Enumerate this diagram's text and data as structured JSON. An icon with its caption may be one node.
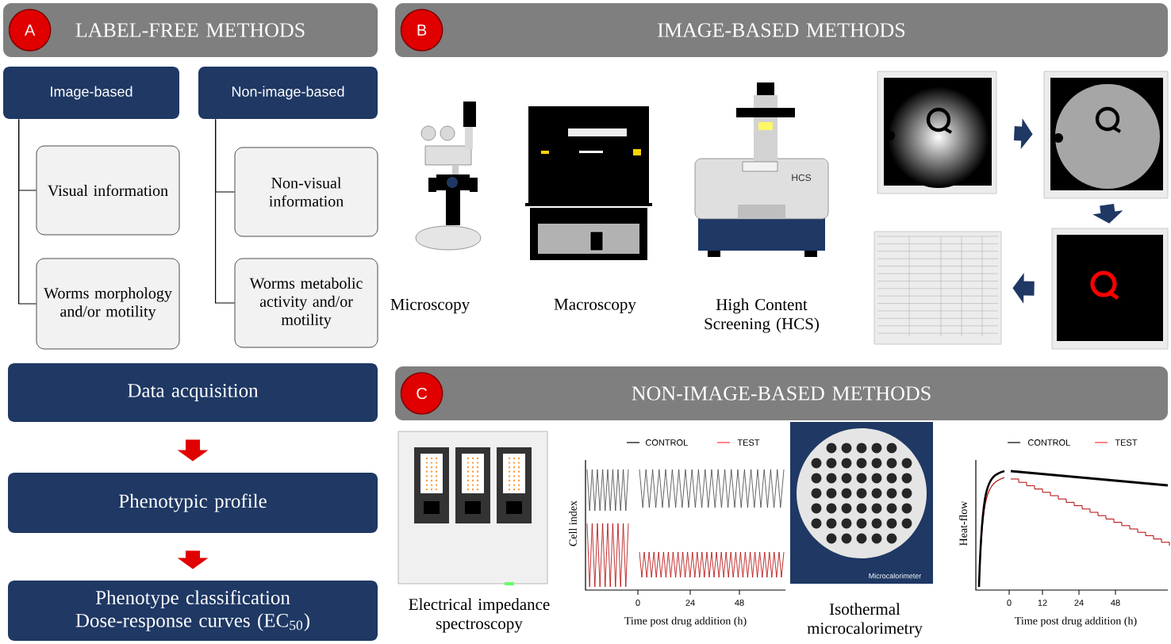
{
  "diagram": {
    "nodes": [
      {
        "text": [
          "LABEL-FREE METHODS"
        ]
      },
      {
        "text": [
          "A"
        ],
        "in": 0
      },
      {
        "text": [
          "Image-based"
        ]
      },
      {
        "text": [
          "Non-image-based"
        ]
      },
      {
        "text": [
          "Visual information"
        ]
      },
      {
        "text": [
          "Worms morphology and/or motility"
        ]
      },
      {
        "text": [
          "Non-visual information"
        ]
      },
      {
        "text": [
          "Worms metabolic activity and/or motility"
        ]
      },
      {
        "text": [
          "Data acquisition"
        ]
      },
      {
        "text": [
          "Phenotypic profile"
        ]
      },
      {
        "text": [
          "Phenotype classification",
          "Dose-response curves (EC$_{50}$)"
        ]
      },
      {
        "text": [
          "IMAGE-BASED METHODS"
        ]
      },
      {
        "text": [
          "B"
        ],
        "in": 11
      },
      {
        "text": [
          "NON-IMAGE-BASED METHODS"
        ]
      },
      {
        "text": [
          "C"
        ],
        "in": 13
      },
      {
        "text": [],
        "shape": "picture"
      },
      {
        "text": [],
        "shape": "picture"
      },
      {
        "text": [],
        "shape": "picture"
      },
      {
        "text": [],
        "shape": "picture"
      }
    ],
    "edges": [
      {
        "from": 2,
        "to": 4,
        "arrow": "none"
      },
      {
        "from": 2,
        "to": 5,
        "arrow": "none"
      },
      {
        "from": 3,
        "to": 6,
        "arrow": "none"
      },
      {
        "from": 3,
        "to": 7,
        "arrow": "none"
      },
      {
        "from": 8,
        "to": 9,
        "arrow": "to",
        "color": "#e00000"
      },
      {
        "from": 9,
        "to": 10,
        "arrow": "to",
        "color": "#e00000"
      },
      {
        "from": 15,
        "to": 16,
        "arrow": "to",
        "color": "#1f3864"
      },
      {
        "from": 16,
        "to": 17,
        "arrow": "to",
        "color": "#1f3864"
      },
      {
        "from": 17,
        "to": 18,
        "arrow": "to",
        "color": "#1f3864"
      }
    ],
    "labels": [
      "Microscopy",
      "Macroscopy",
      "HCS",
      "High Content Screening (HCS)",
      "Cell index",
      "0",
      "24",
      "48",
      "Time post drug addition (h)",
      "Electrical impedance spectroscopy",
      "Microcalorimeter",
      "Isothermal microcalorimetry",
      "Heat-flow",
      "0",
      "12",
      "24",
      "48",
      "Time post drug addition (h)"
    ],
    "legend": [
      {
        "text": "CONTROL"
      },
      {
        "text": "TEST"
      },
      {
        "text": "CONTROL"
      },
      {
        "text": "TEST"
      }
    ]
  }
}
